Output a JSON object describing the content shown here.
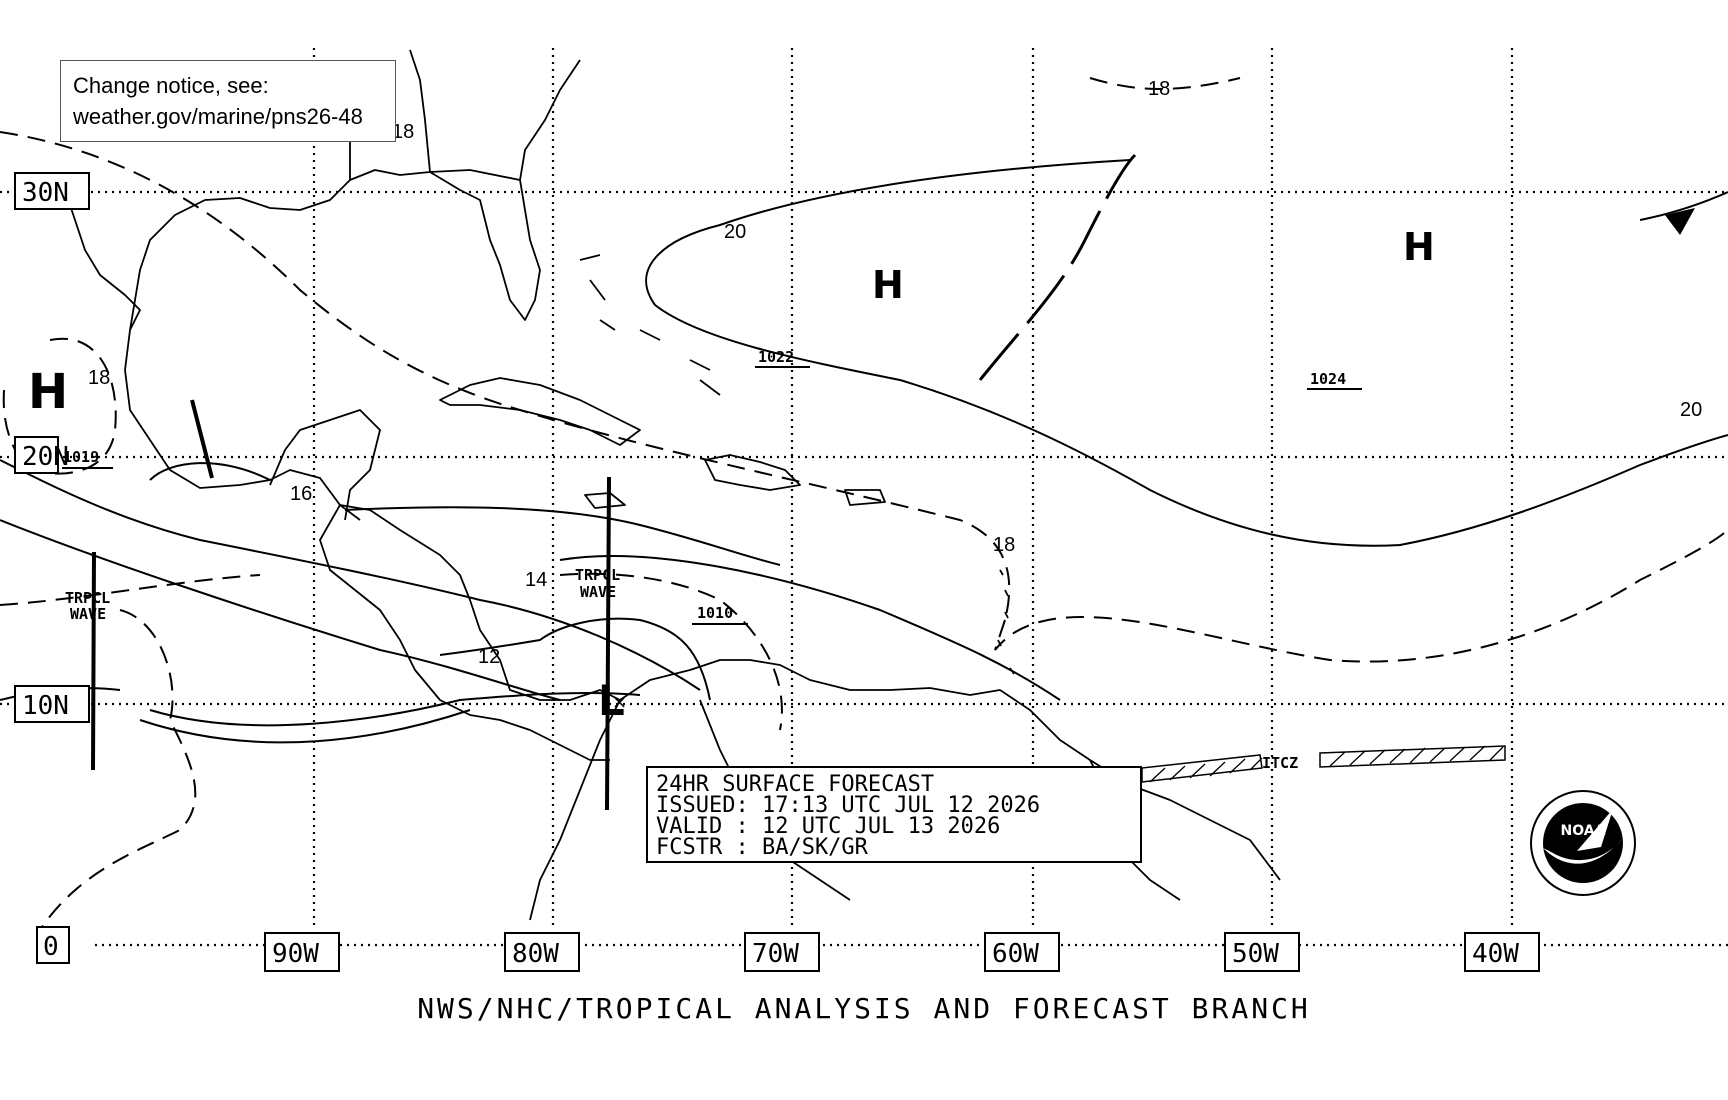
{
  "notice": {
    "line1": "Change notice, see:",
    "line2": "weather.gov/marine/pns26-48"
  },
  "lat_labels": [
    "30N",
    "20N",
    "10N",
    "0"
  ],
  "lon_labels": [
    "90W",
    "80W",
    "70W",
    "60W",
    "50W",
    "40W"
  ],
  "pressure_centers": [
    {
      "type": "H",
      "value": "1019"
    },
    {
      "type": "H",
      "value": "1022"
    },
    {
      "type": "H",
      "value": "1024"
    },
    {
      "type": "L",
      "value": "1010"
    }
  ],
  "isobar_labels": [
    "18",
    "18",
    "20",
    "20",
    "18",
    "16",
    "14",
    "12",
    "18"
  ],
  "features": {
    "tropical_wave_label_1": "TRPCL",
    "tropical_wave_label_2": "WAVE",
    "itcz_label": "ITCZ"
  },
  "forecast_box": {
    "line1": "24HR SURFACE FORECAST",
    "line2": "ISSUED: 17:13 UTC JUL 12 2026",
    "line3": "VALID : 12 UTC JUL 13 2026",
    "line4": "FCSTR : BA/SK/GR"
  },
  "logo": {
    "text": "NOAA"
  },
  "footer": "NWS/NHC/TROPICAL ANALYSIS AND FORECAST BRANCH"
}
